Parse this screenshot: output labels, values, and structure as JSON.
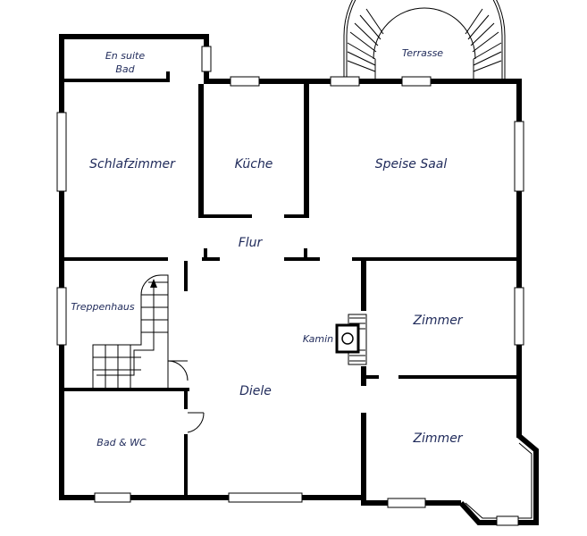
{
  "rooms": {
    "en_suite_line1": "En suite",
    "en_suite_line2": "Bad",
    "schlafzimmer": "Schlafzimmer",
    "kueche": "Küche",
    "speise_saal": "Speise Saal",
    "terrasse": "Terrasse",
    "flur": "Flur",
    "treppenhaus": "Treppenhaus",
    "kamin": "Kamin",
    "zimmer_1": "Zimmer",
    "diele": "Diele",
    "bad_wc": "Bad & WC",
    "zimmer_2": "Zimmer"
  },
  "colors": {
    "label": "#1f2a5a",
    "wall": "#000000",
    "background": "#ffffff"
  }
}
